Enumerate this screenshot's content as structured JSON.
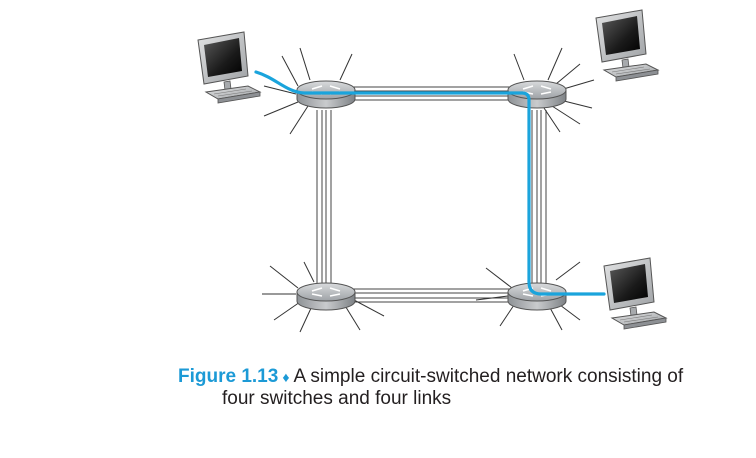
{
  "caption": {
    "figure_label": "Figure 1.13",
    "separator": "♦",
    "line1": "A simple circuit-switched network consisting of",
    "line2": "four switches and four links"
  },
  "colors": {
    "circuit_path": "#1aa4dc",
    "caption_label": "#1c9ad6",
    "link_stroke": "#444444",
    "switch_fill": "#b9bcbf",
    "computer_body": "#bfc1c3"
  },
  "nodes": {
    "switches": [
      "switch-top-left",
      "switch-top-right",
      "switch-bottom-left",
      "switch-bottom-right"
    ],
    "computers": [
      "computer-top-left",
      "computer-top-right",
      "computer-bottom-right"
    ]
  }
}
